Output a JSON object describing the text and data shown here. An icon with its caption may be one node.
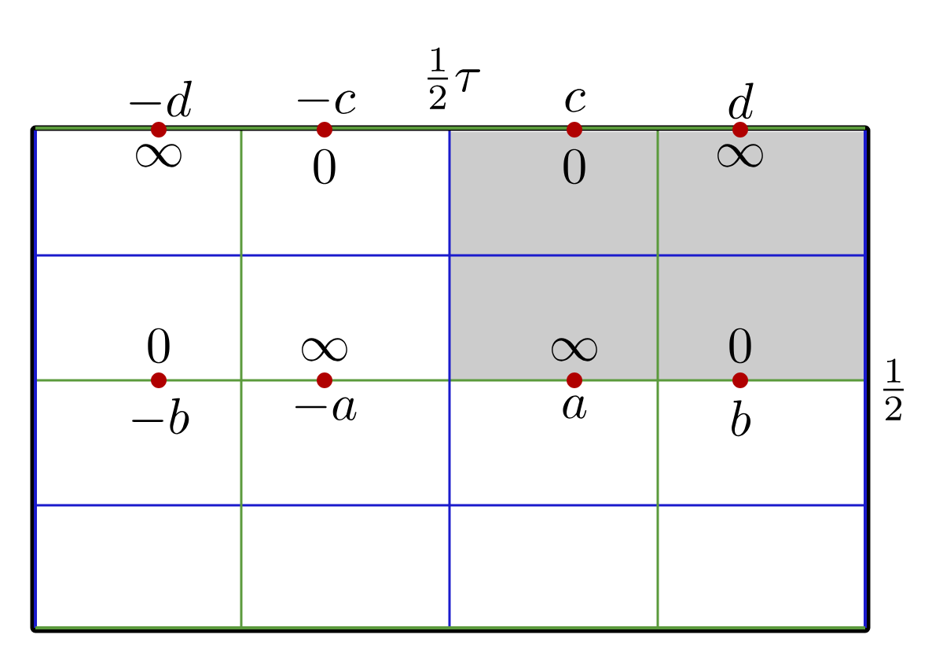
{
  "diagram": {
    "labels": [
      "\\frac{1}{2}\\tau",
      "-d",
      "-c",
      "c",
      "d",
      "\\infty",
      "0",
      "0",
      "\\infty",
      "0",
      "\\infty",
      "\\infty",
      "0",
      "\\frac{1}{2}",
      "-b",
      "-a",
      "a",
      "b"
    ]
  }
}
